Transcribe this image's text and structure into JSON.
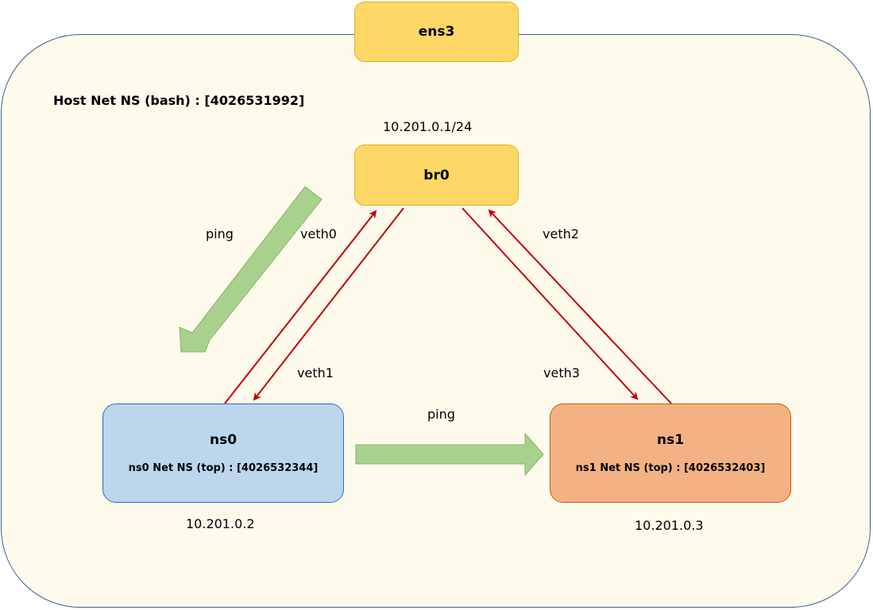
{
  "host": {
    "label": "Host Net NS (bash) : [4026531992]"
  },
  "ens3": {
    "title": "ens3"
  },
  "br0": {
    "title": "br0",
    "ip": "10.201.0.1/24"
  },
  "ns0": {
    "title": "ns0",
    "sub": "ns0 Net NS (top) : [4026532344]",
    "ip": "10.201.0.2"
  },
  "ns1": {
    "title": "ns1",
    "sub": "ns1 Net NS (top) : [4026532403]",
    "ip": "10.201.0.3"
  },
  "links": {
    "veth0": "veth0",
    "veth1": "veth1",
    "veth2": "veth2",
    "veth3": "veth3"
  },
  "pings": {
    "ping_left": "ping",
    "ping_bottom": "ping"
  },
  "colors": {
    "veth_line": "#c00000",
    "ping_arrow_fill": "#a9d18e",
    "ping_arrow_stroke": "#82b366"
  }
}
